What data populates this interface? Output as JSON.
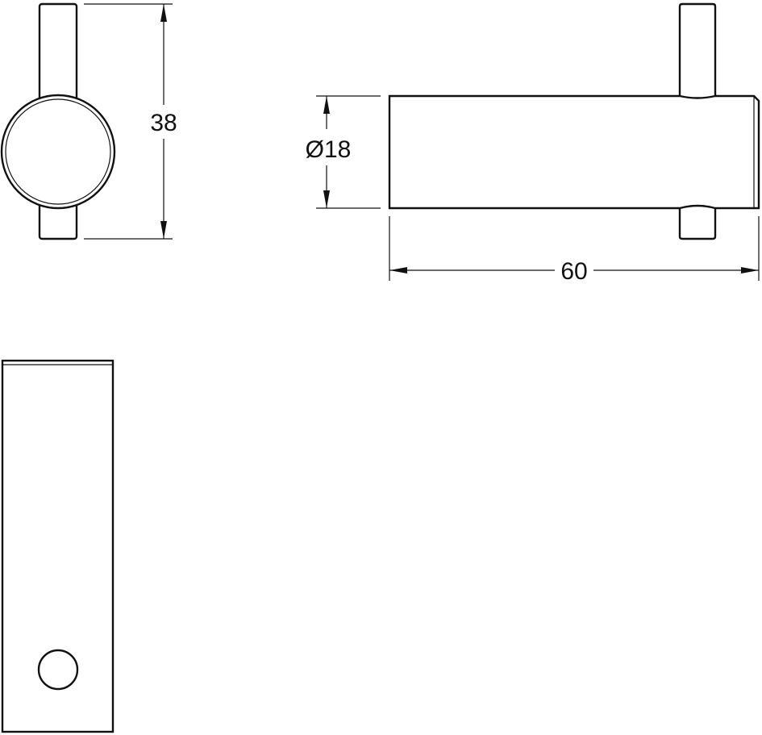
{
  "dimensions": {
    "height": "38",
    "diameter": "Ø18",
    "length": "60"
  }
}
